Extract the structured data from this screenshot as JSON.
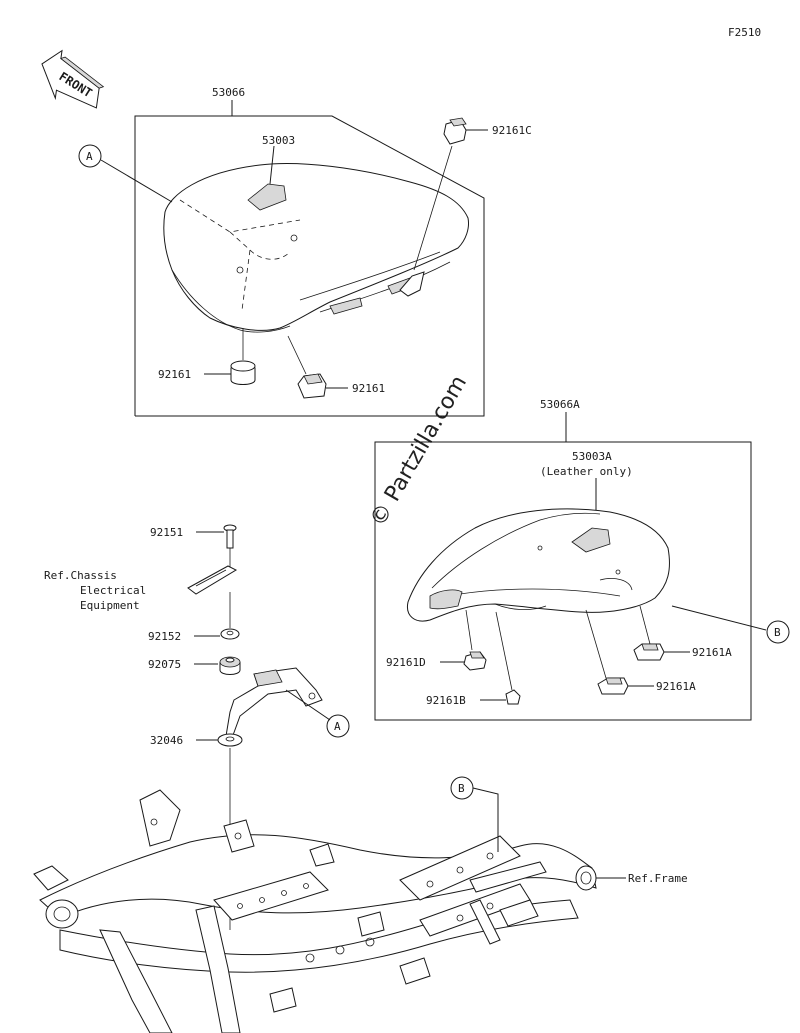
{
  "figure_code": "F2510",
  "front_label": "FRONT",
  "watermark": "© Partzilla.com",
  "ref_labels": {
    "A1": "A",
    "A2": "A",
    "B1": "B",
    "B2": "B"
  },
  "parts": {
    "p53066": "53066",
    "p53003": "53003",
    "p92161C": "92161C",
    "p92161_left": "92161",
    "p92161_right": "92161",
    "p53066A": "53066A",
    "p53003A": "53003A",
    "p53003A_note": "(Leather only)",
    "p92161D": "92161D",
    "p92161B": "92161B",
    "p92161A_upper": "92161A",
    "p92161A_lower": "92161A",
    "p92151": "92151",
    "p92152": "92152",
    "p92075": "92075",
    "p32046": "32046"
  },
  "ref_chassis": {
    "line1": "Ref.Chassis",
    "line2": "Electrical",
    "line3": "Equipment"
  },
  "ref_frame": "Ref.Frame"
}
